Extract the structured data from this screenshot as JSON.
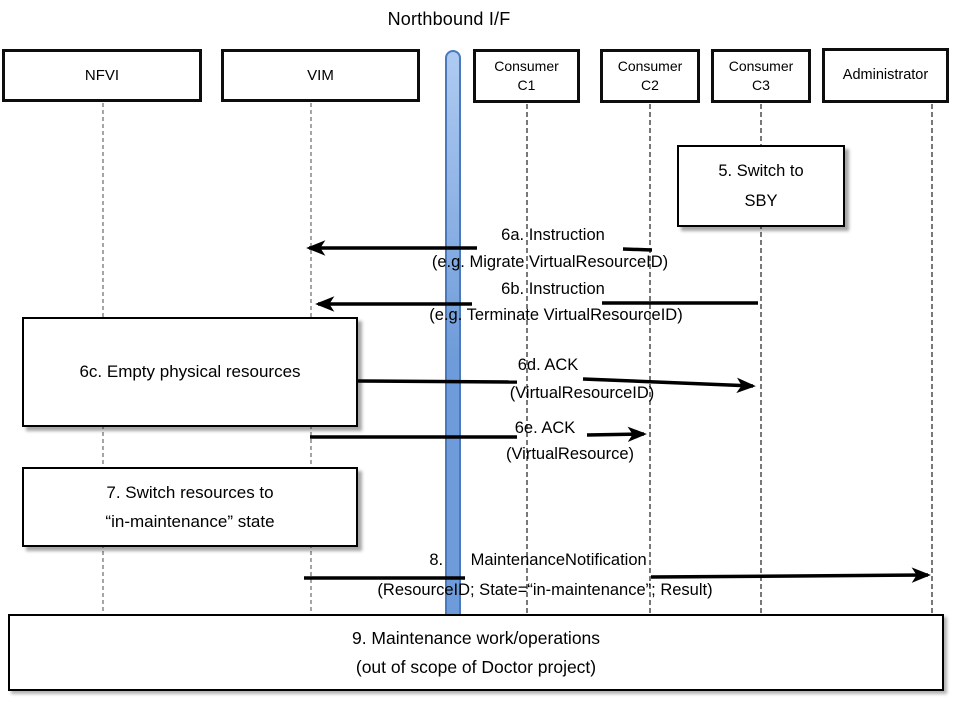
{
  "title": "Northbound I/F",
  "actors": [
    {
      "id": "nfvi",
      "label": "NFVI"
    },
    {
      "id": "vim",
      "label": "VIM"
    },
    {
      "id": "consumer-c1",
      "line1": "Consumer",
      "line2": "C1"
    },
    {
      "id": "consumer-c2",
      "line1": "Consumer",
      "line2": "C2"
    },
    {
      "id": "consumer-c3",
      "line1": "Consumer",
      "line2": "C3"
    },
    {
      "id": "administrator",
      "label": "Administrator"
    }
  ],
  "messages": {
    "m6a": {
      "title": "6a. Instruction",
      "detail": "(e.g. Migrate VirtualResourceID)"
    },
    "m6b": {
      "title": "6b. Instruction",
      "detail": "(e.g. Terminate VirtualResourceID)"
    },
    "m6d": {
      "title": "6d. ACK",
      "detail": "(VirtualResourceID)"
    },
    "m6e": {
      "title": "6e. ACK",
      "detail": "(VirtualResource)"
    },
    "m8": {
      "title": "8.      MaintenanceNotification",
      "detail": "(ResourceID; State=“in-maintenance”; Result)"
    }
  },
  "callouts": {
    "b5": {
      "line1": "5. Switch to",
      "line2": "SBY"
    },
    "b6c": {
      "text": "6c. Empty physical resources"
    },
    "b7": {
      "line1": "7. Switch resources to",
      "line2": "“in-maintenance” state"
    },
    "b9": {
      "line1": "9. Maintenance work/operations",
      "line2": "(out of scope of Doctor project)"
    }
  },
  "colors": {
    "bar_top": "#aecbf2",
    "bar_bottom": "#6e9bd9",
    "bar_border": "#4a7abc",
    "arrow": "#000000",
    "lifeline_gray": "#7f7f7f",
    "lifeline_dark": "#3f3f3f"
  }
}
